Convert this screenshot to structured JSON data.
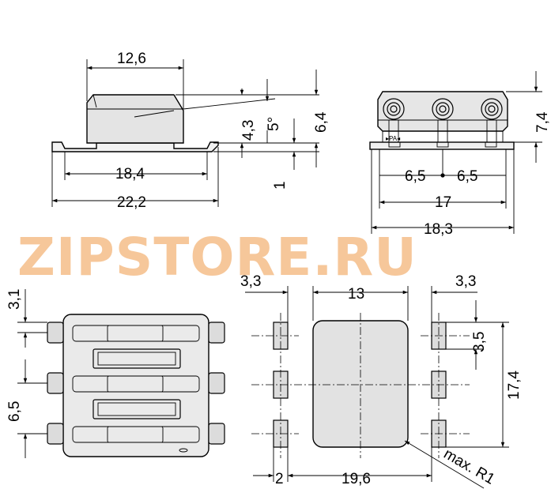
{
  "watermark": "ZIPSTORE.RU",
  "side_view": {
    "dims": {
      "width_top": "12,6",
      "pin_inner": "18,4",
      "total": "22,2",
      "height_body": "4,3",
      "angle": "5°",
      "height_total": "6,4",
      "base": "1"
    }
  },
  "front_view": {
    "marking": "▸PA◂",
    "dims": {
      "height": "7,4",
      "pitch_left": "6,5",
      "pitch_right": "6,5",
      "width": "17",
      "width_total": "18,3"
    }
  },
  "top_view": {
    "dims": {
      "offset": "3,1",
      "pitch": "6,5"
    }
  },
  "footprint": {
    "dims": {
      "pad_left": "3,3",
      "center": "13",
      "pad_right": "3,3",
      "pad_height": "3,5",
      "height": "17,4",
      "pad_width": "2",
      "span": "19,6",
      "radius": "max. R1"
    }
  }
}
